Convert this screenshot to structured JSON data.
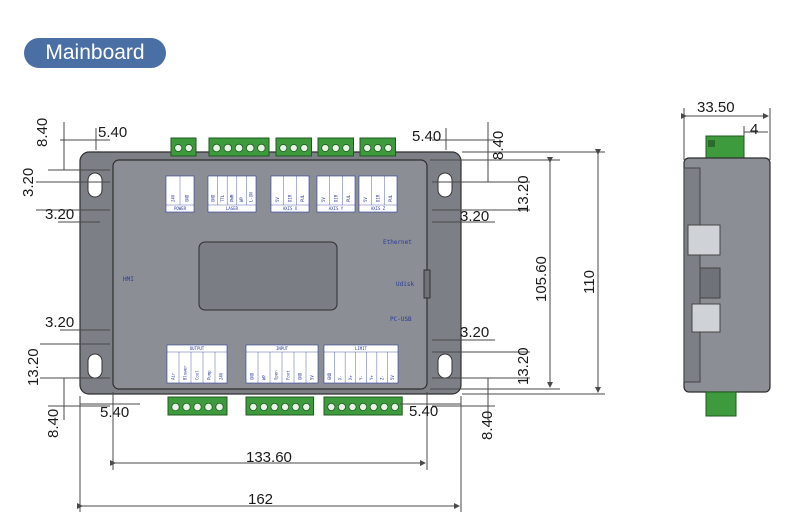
{
  "title": "Mainboard",
  "colors": {
    "pill": "#4a6fa5",
    "case": "#7c7f86",
    "panel": "#8b8e95",
    "connector": "#3d9b3d",
    "label_text": "#2b3a9a"
  },
  "front": {
    "ports": {
      "ethernet": "Ethernet",
      "udisk": "Udisk",
      "pcusb": "PC-USB",
      "hmi": "HMI"
    },
    "top_groups": [
      {
        "title": "POWER",
        "pins": [
          "24V",
          "GND"
        ]
      },
      {
        "title": "LASER",
        "pins": [
          "GND",
          "TTL",
          "PWM",
          "WP",
          "L-ON"
        ]
      },
      {
        "title": "AXIS X",
        "pins": [
          "5V",
          "DIR",
          "PUL"
        ]
      },
      {
        "title": "AXIS Y",
        "pins": [
          "5V",
          "DIR",
          "PUL"
        ]
      },
      {
        "title": "AXIS Z",
        "pins": [
          "5V",
          "DIR",
          "PUL"
        ]
      }
    ],
    "bottom_groups": [
      {
        "title": "OUTPUT",
        "pins": [
          "Air",
          "Blower",
          "Cool",
          "Pump",
          "24V"
        ]
      },
      {
        "title": "INPUT",
        "pins": [
          "GND",
          "WP",
          "Open",
          "Foot",
          "GND",
          "5V"
        ]
      },
      {
        "title": "LIMIT",
        "pins": [
          "GND",
          "X-",
          "X+",
          "Y-",
          "Y+",
          "Z-",
          "5V"
        ]
      }
    ]
  },
  "dims": {
    "tl_h": "5.40",
    "tl_v": "8.40",
    "tr_h": "5.40",
    "tr_v": "8.40",
    "l_320_a": "3.20",
    "l_320_b": "3.20",
    "r_1320_a": "13.20",
    "r_320_a": "3.20",
    "l_320_c": "3.20",
    "l_1320_b": "13.20",
    "r_320_b": "3.20",
    "r_1320_b": "13.20",
    "bl_v": "8.40",
    "bl_h": "5.40",
    "br_h": "5.40",
    "br_v": "8.40",
    "inner_h": "105.60",
    "outer_h": "110",
    "inner_w": "133.60",
    "outer_w": "162",
    "side_w": "33.50",
    "side_tab": "4"
  }
}
